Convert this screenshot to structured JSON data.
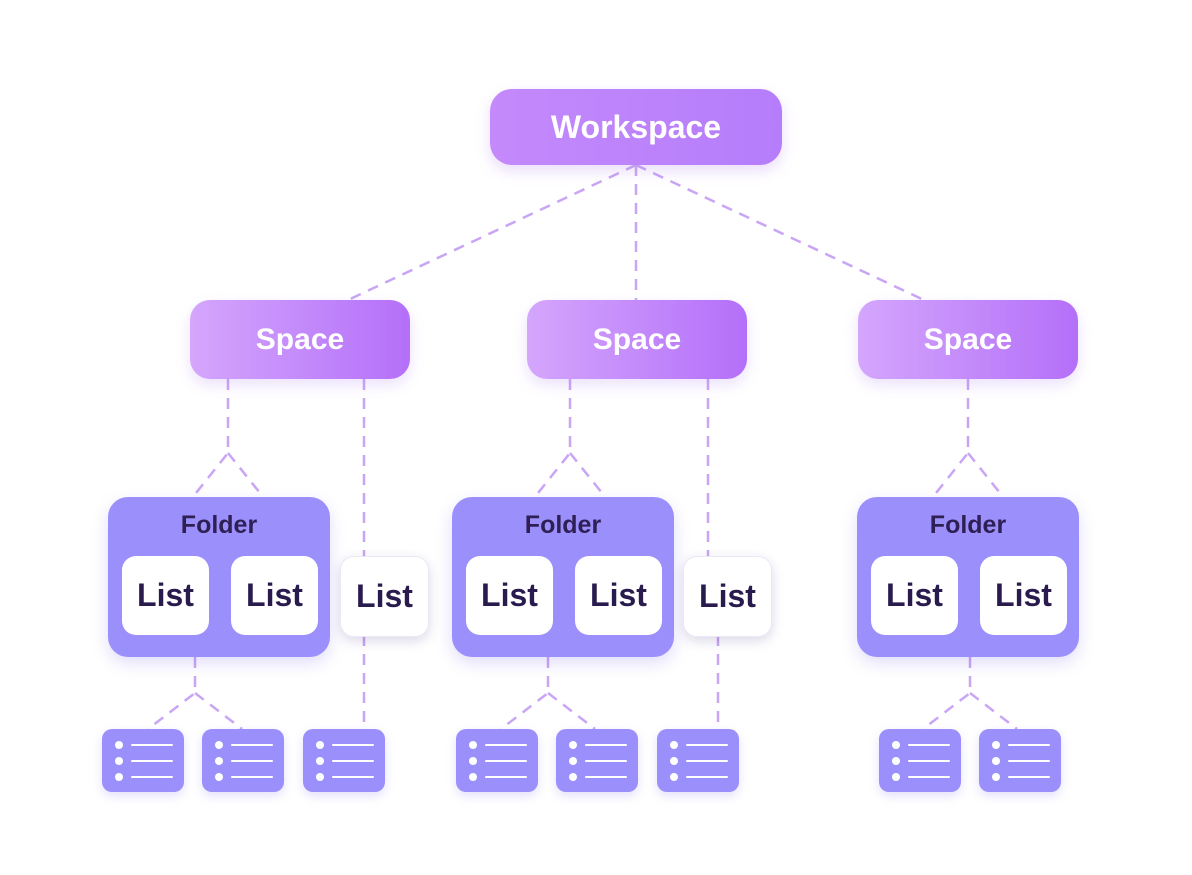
{
  "colors": {
    "workspace": "#c084fc",
    "space": "#c58cfb",
    "folder": "#9b8ffb",
    "list_text": "#2a1b4e",
    "connector": "#c9a6f5"
  },
  "workspace": {
    "label": "Workspace"
  },
  "spaces": [
    {
      "label": "Space",
      "folder": {
        "title": "Folder",
        "lists": [
          "List",
          "List"
        ]
      },
      "standalone_list": "List"
    },
    {
      "label": "Space",
      "folder": {
        "title": "Folder",
        "lists": [
          "List",
          "List"
        ]
      },
      "standalone_list": "List"
    },
    {
      "label": "Space",
      "folder": {
        "title": "Folder",
        "lists": [
          "List",
          "List"
        ]
      }
    }
  ],
  "icons": {
    "task": "bulleted-list-icon"
  }
}
